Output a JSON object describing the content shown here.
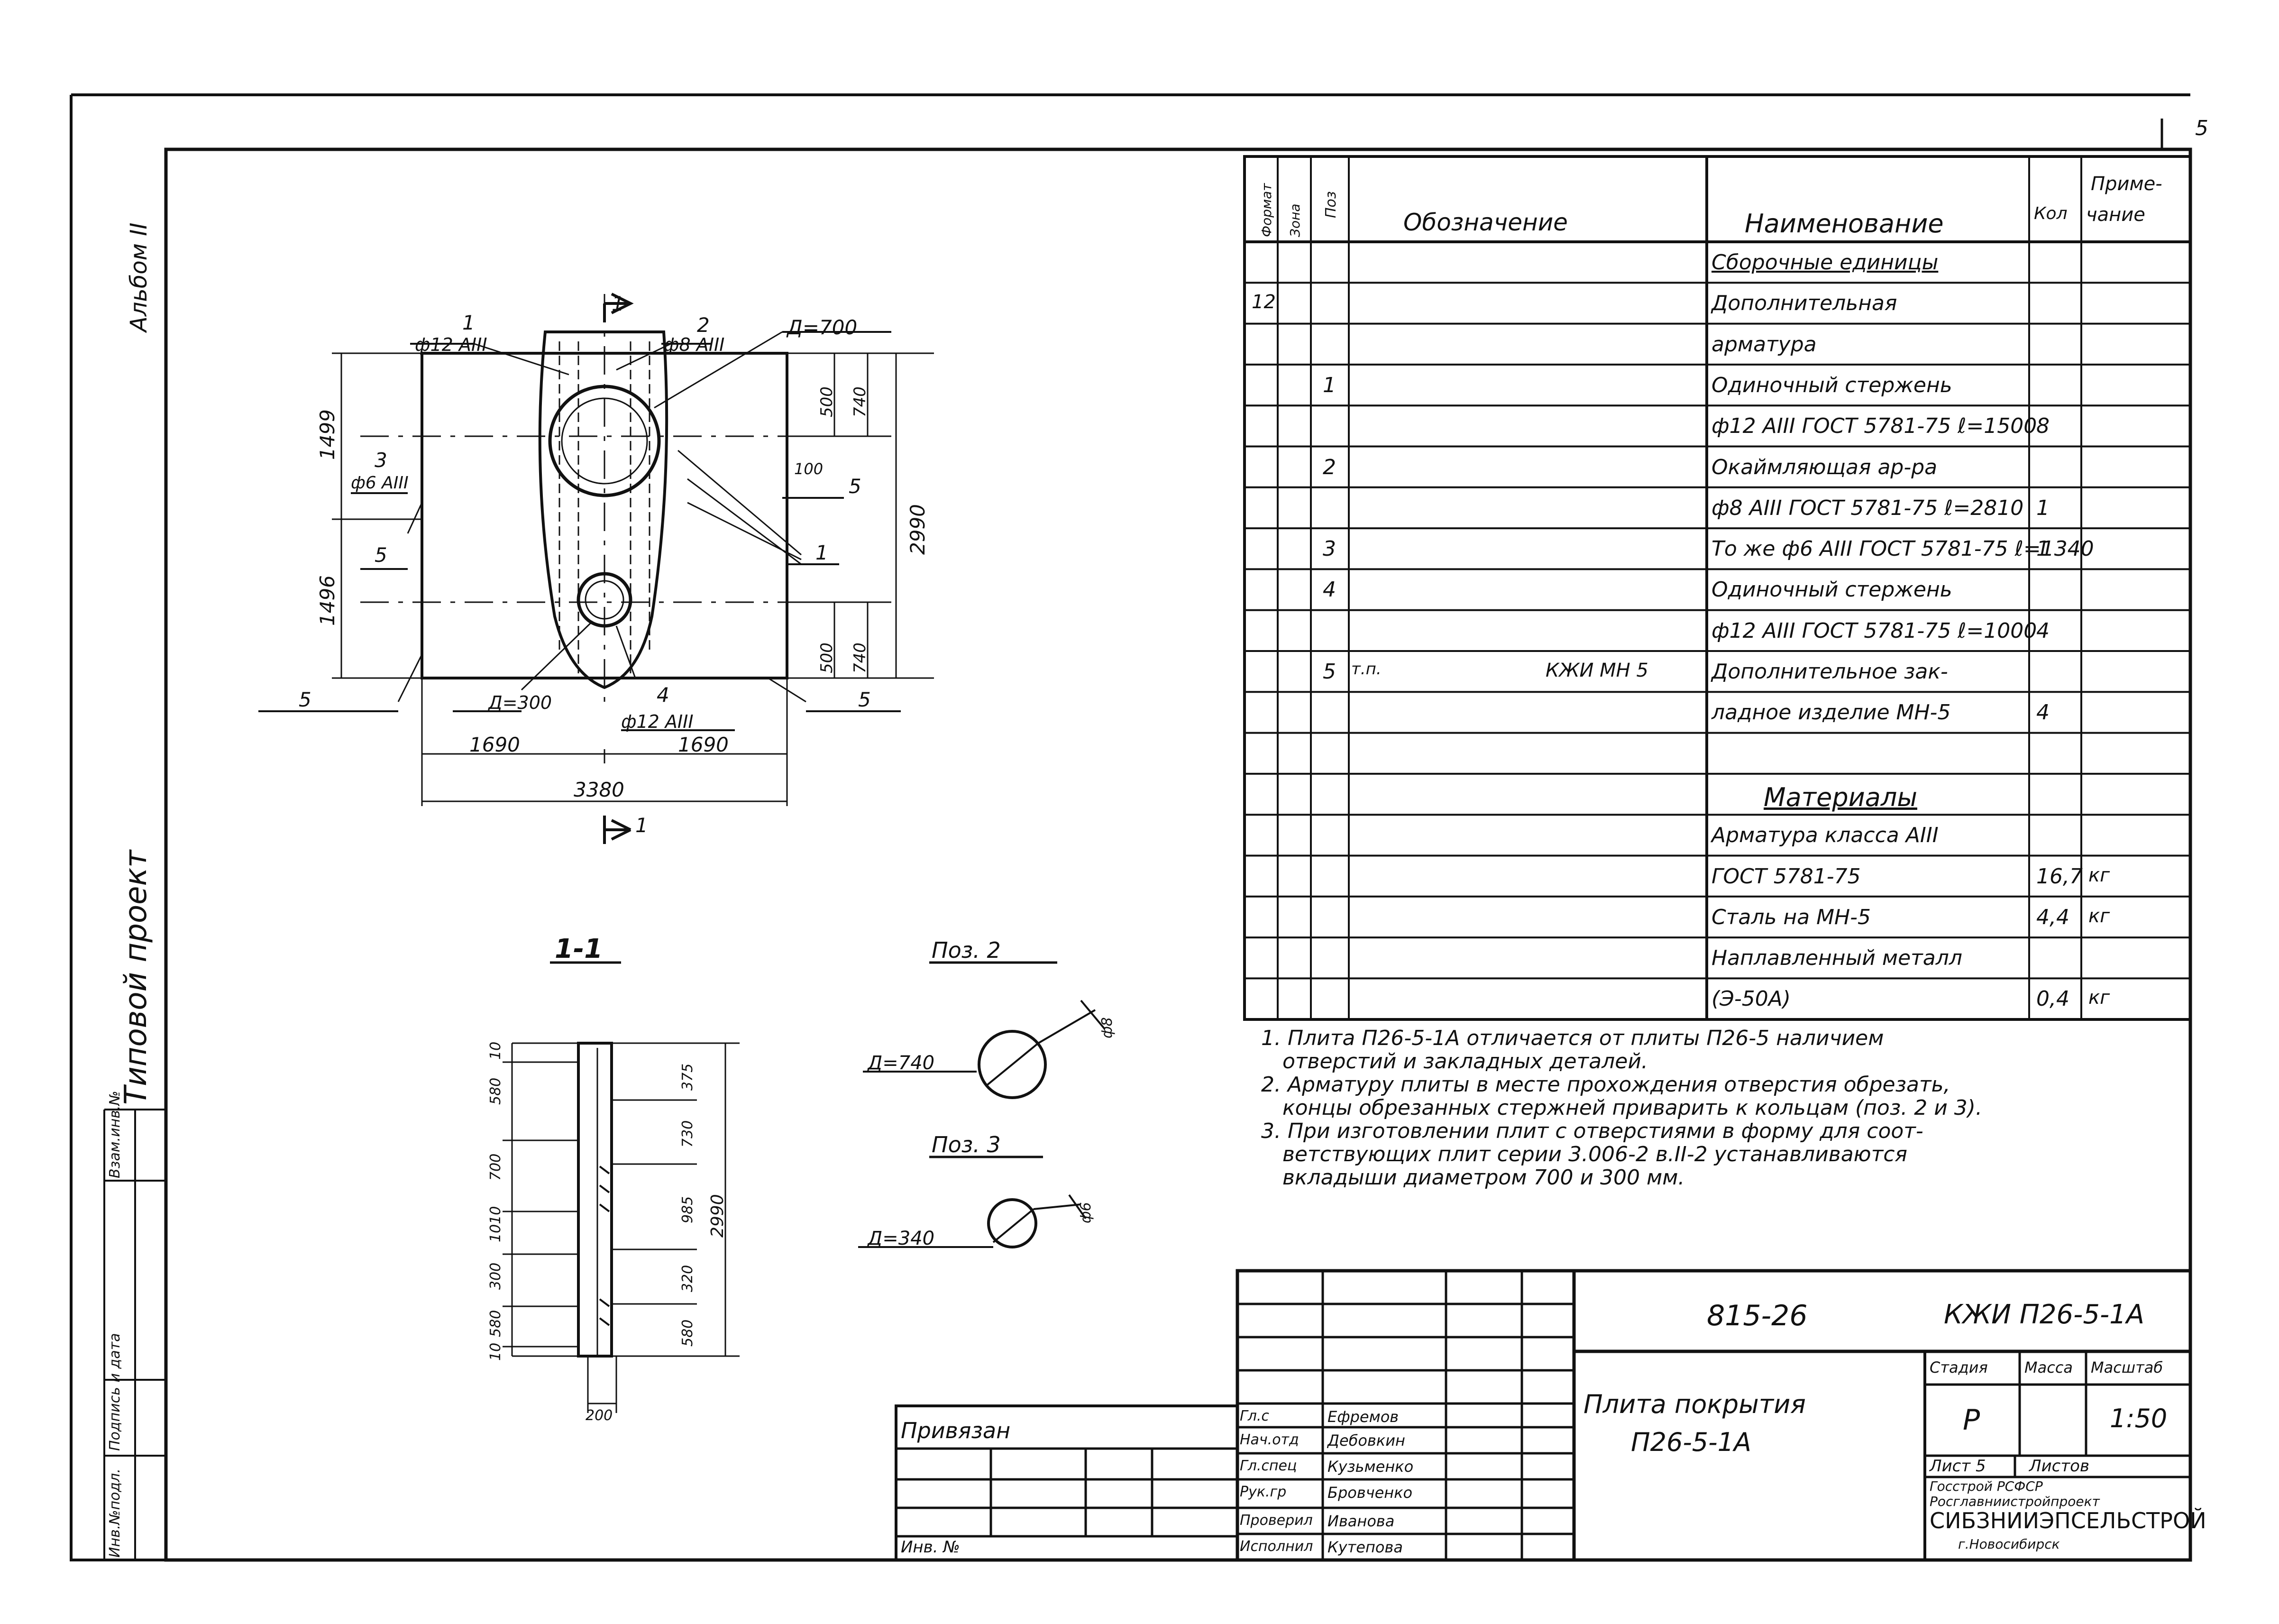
{
  "page_number": "5",
  "side_labels": {
    "album": "Альбом II",
    "project": "Типовой проект",
    "inv_podl": "Инв.№подл.",
    "podpis": "Подпись и дата",
    "vzam": "Взам.инв.№"
  },
  "spec": {
    "headers": {
      "format": "Формат",
      "zona": "Зона",
      "poz": "Поз",
      "oboznachenie": "Обозначение",
      "naimenovanie": "Наименование",
      "kol": "Кол",
      "primechanie_1": "Приме-",
      "primechanie_2": "чание"
    },
    "rows": [
      {
        "format": "",
        "poz": "",
        "obozn": "",
        "name": "Сборочные единицы",
        "kol": "",
        "prim": ""
      },
      {
        "format": "12",
        "poz": "",
        "obozn": "",
        "name": "Дополнительная",
        "kol": "",
        "prim": ""
      },
      {
        "format": "",
        "poz": "",
        "obozn": "",
        "name": "арматура",
        "kol": "",
        "prim": ""
      },
      {
        "format": "",
        "poz": "1",
        "obozn": "",
        "name": "Одиночный стержень",
        "kol": "",
        "prim": ""
      },
      {
        "format": "",
        "poz": "",
        "obozn": "",
        "name": "ф12 АIII ГОСТ 5781-75 ℓ=1500",
        "kol": "8",
        "prim": ""
      },
      {
        "format": "",
        "poz": "2",
        "obozn": "",
        "name": "Окаймляющая ар-ра",
        "kol": "",
        "prim": ""
      },
      {
        "format": "",
        "poz": "",
        "obozn": "",
        "name": "ф8 АIII ГОСТ 5781-75 ℓ=2810",
        "kol": "1",
        "prim": ""
      },
      {
        "format": "",
        "poz": "3",
        "obozn": "",
        "name": "То же ф6 АIII ГОСТ 5781-75 ℓ=1340",
        "kol": "1",
        "prim": ""
      },
      {
        "format": "",
        "poz": "4",
        "obozn": "",
        "name": "Одиночный стержень",
        "kol": "",
        "prim": ""
      },
      {
        "format": "",
        "poz": "",
        "obozn": "",
        "name": "ф12 АIII ГОСТ 5781-75 ℓ=1000",
        "kol": "4",
        "prim": ""
      },
      {
        "format": "",
        "poz": "5",
        "obozn_prefix": "т.п.",
        "obozn": "КЖИ МН 5",
        "name": "Дополнительное зак-",
        "kol": "",
        "prim": ""
      },
      {
        "format": "",
        "poz": "",
        "obozn": "",
        "name": "ладное изделие МН-5",
        "kol": "4",
        "prim": ""
      },
      {
        "format": "",
        "poz": "",
        "obozn": "",
        "name": "",
        "kol": "",
        "prim": ""
      },
      {
        "format": "",
        "poz": "",
        "obozn": "",
        "name": "Материалы",
        "kol": "",
        "prim": ""
      },
      {
        "format": "",
        "poz": "",
        "obozn": "",
        "name": "Арматура класса АIII",
        "kol": "",
        "prim": ""
      },
      {
        "format": "",
        "poz": "",
        "obozn": "",
        "name": "ГОСТ 5781-75",
        "kol": "16,7",
        "prim": "кг"
      },
      {
        "format": "",
        "poz": "",
        "obozn": "",
        "name": "Сталь на МН-5",
        "kol": "4,4",
        "prim": "кг"
      },
      {
        "format": "",
        "poz": "",
        "obozn": "",
        "name": "Наплавленный металл",
        "kol": "",
        "prim": ""
      },
      {
        "format": "",
        "poz": "",
        "obozn": "",
        "name": "(Э-50А)",
        "kol": "0,4",
        "prim": "кг"
      }
    ]
  },
  "notes": [
    "1. Плита П26-5-1А отличается от плиты П26-5 наличием",
    "отверстий и закладных деталей.",
    "2. Арматуру плиты в месте прохождения отверстия обрезать,",
    "концы обрезанных стержней приварить к кольцам (поз. 2 и 3).",
    "3. При изготовлении плит с отверстиями в форму для соот-",
    "ветствующих плит серии 3.006-2 в.II-2 устанавливаются",
    "вкладыши диаметром 700 и 300 мм."
  ],
  "plan": {
    "section_mark": "1",
    "labels": {
      "pos1_top": "1",
      "pos2_top": "2",
      "d700": "Д=700",
      "rebar_12": "ф12 АIII",
      "rebar_8": "ф8 АIII",
      "pos3": "3",
      "rebar_6": "ф6 АIII",
      "pos5_a": "5",
      "pos5_b": "5",
      "pos5_c": "5",
      "pos5_d": "5",
      "pos1_right": "1",
      "d300": "Д=300",
      "pos4": "4",
      "rebar_12b": "ф12 АIII",
      "dim_100": "100"
    },
    "dims": {
      "h_top": "1499",
      "h_bot": "1496",
      "h_total": "2990",
      "v500a": "500",
      "v740a": "740",
      "v500b": "500",
      "v740b": "740",
      "w_left": "1690",
      "w_right": "1690",
      "w_total": "3380"
    }
  },
  "section": {
    "title": "1-1",
    "left_dims": [
      "10",
      "580",
      "700",
      "1010",
      "300",
      "580",
      "10"
    ],
    "right_dims": [
      "375",
      "730",
      "985",
      "320",
      "580"
    ],
    "total": "2990",
    "bottom": "200"
  },
  "poz2": {
    "title": "Поз. 2",
    "d": "Д=740",
    "bar": "ф8"
  },
  "poz3": {
    "title": "Поз. 3",
    "d": "Д=340",
    "bar": "ф6"
  },
  "title_block": {
    "code": "815-26",
    "mark": "КЖИ П26-5-1А",
    "name_1": "Плита покрытия",
    "name_2": "П26-5-1А",
    "stage_label": "Стадия",
    "mass_label": "Масса",
    "scale_label": "Масштаб",
    "stage": "Р",
    "scale": "1:50",
    "sheet": "Лист 5",
    "sheets": "Листов",
    "org_1": "Госстрой РСФСР",
    "org_2": "Росглавниистройпроект",
    "org_3": "СИБЗНИИЭПСЕЛЬСТРОЙ",
    "org_4": "г.Новосибирск",
    "privyazan": "Привязан",
    "inv": "Инв. №",
    "signers": [
      {
        "role": "Гл.с",
        "name": "Ефремов"
      },
      {
        "role": "Нач.отд",
        "name": "Дебовкин"
      },
      {
        "role": "Гл.спец",
        "name": "Кузьменко"
      },
      {
        "role": "Рук.гр",
        "name": "Бровченко"
      },
      {
        "role": "Проверил",
        "name": "Иванова"
      },
      {
        "role": "Исполнил",
        "name": "Кутепова"
      }
    ]
  }
}
